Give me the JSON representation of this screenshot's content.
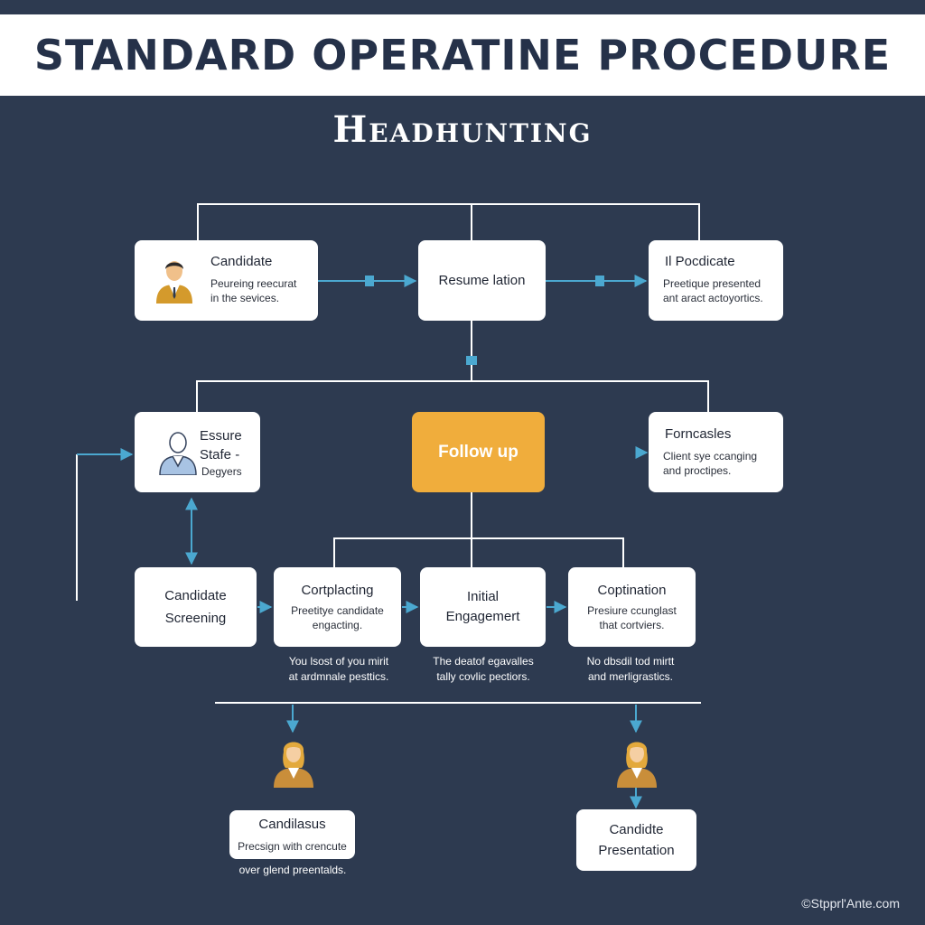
{
  "header": {
    "title": "STANDARD OPERATINE PROCEDURE",
    "subtitle": "Headhunting"
  },
  "nodes": {
    "candidate": {
      "title": "Candidate",
      "desc": [
        "Peureing reecurat",
        "in the sevices."
      ]
    },
    "resume": {
      "title": "Resume lation"
    },
    "procedure": {
      "title": "Il Pocdicate",
      "desc": [
        "Preetique presented",
        "ant aract actoyortics."
      ]
    },
    "ensure": {
      "title": [
        "Essure",
        "Stafe -"
      ],
      "desc": "Degyers"
    },
    "follow_up": {
      "title": "Follow up"
    },
    "forecasts": {
      "title": "Forncasles",
      "desc": [
        "Client sye ccanging",
        "and proctipes."
      ]
    },
    "screening": {
      "title": [
        "Candidate",
        "Screening"
      ]
    },
    "cortplacting": {
      "title": "Cortplacting",
      "desc": [
        "Preetitye candidate",
        "engacting."
      ]
    },
    "engagement": {
      "title": [
        "Initial",
        "Engagemert"
      ]
    },
    "coptination": {
      "title": "Coptination",
      "desc": [
        "Presiure ccunglast",
        "that cortviers."
      ]
    },
    "candilasus": {
      "title": "Candilasus",
      "desc": "Precsign with crencute"
    },
    "presentation": {
      "title": [
        "Candidte",
        "Presentation"
      ]
    }
  },
  "notes": {
    "cortplacting": [
      "You lsost of you mirit",
      "at ardmnale pesttics."
    ],
    "engagement": [
      "The deatof egavalles",
      "tally covlic pectiors."
    ],
    "coptination": [
      "No dbsdil tod mirtt",
      "and merligrastics."
    ],
    "candilasus": "over glend preentalds."
  },
  "credit": "©Stpprl'Ante.com",
  "colors": {
    "background": "#2d3a50",
    "banner": "#ffffff",
    "title": "#253149",
    "line": "#ffffff",
    "arrow": "#4ba8d0",
    "highlight": "#f0ad3c"
  }
}
